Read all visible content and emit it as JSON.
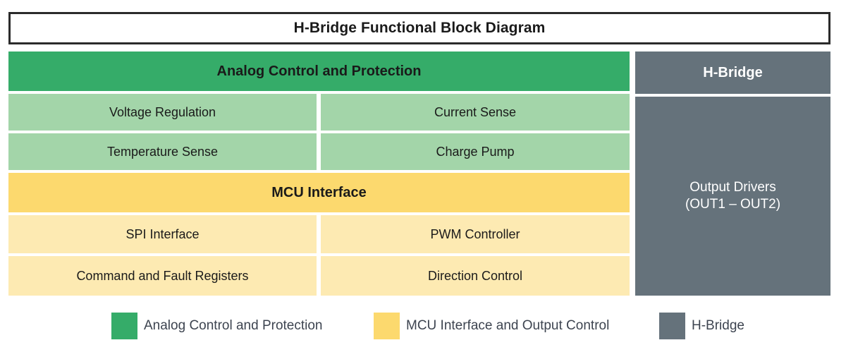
{
  "title": {
    "text": "H-Bridge Functional Block Diagram"
  },
  "colors": {
    "analog_header": "#35ac69",
    "analog_cell": "#a3d5a9",
    "mcu_header": "#fcd96e",
    "mcu_cell": "#fdeab2",
    "hbridge": "#65727b",
    "title_border": "#2b2b2b",
    "text_dark": "#1a1a1a",
    "text_light": "#ffffff",
    "legend_text": "#3d4450"
  },
  "left_column": {
    "analog_group": {
      "header": "Analog Control and Protection",
      "cells": [
        "Voltage Regulation",
        "Current Sense",
        "Temperature Sense",
        "Charge Pump"
      ]
    },
    "mcu_group": {
      "header": "MCU Interface",
      "cells": [
        "SPI Interface",
        "PWM Controller",
        "Command and Fault Registers",
        "Direction Control"
      ]
    }
  },
  "right_column": {
    "header": "H-Bridge",
    "body_line1": "Output Drivers",
    "body_line2": "(OUT1 – OUT2)"
  },
  "legend": {
    "items": [
      {
        "label": "Analog Control and Protection",
        "color": "#35ac69"
      },
      {
        "label": "MCU Interface and Output Control",
        "color": "#fcd96e"
      },
      {
        "label": "H-Bridge",
        "color": "#65727b"
      }
    ]
  }
}
